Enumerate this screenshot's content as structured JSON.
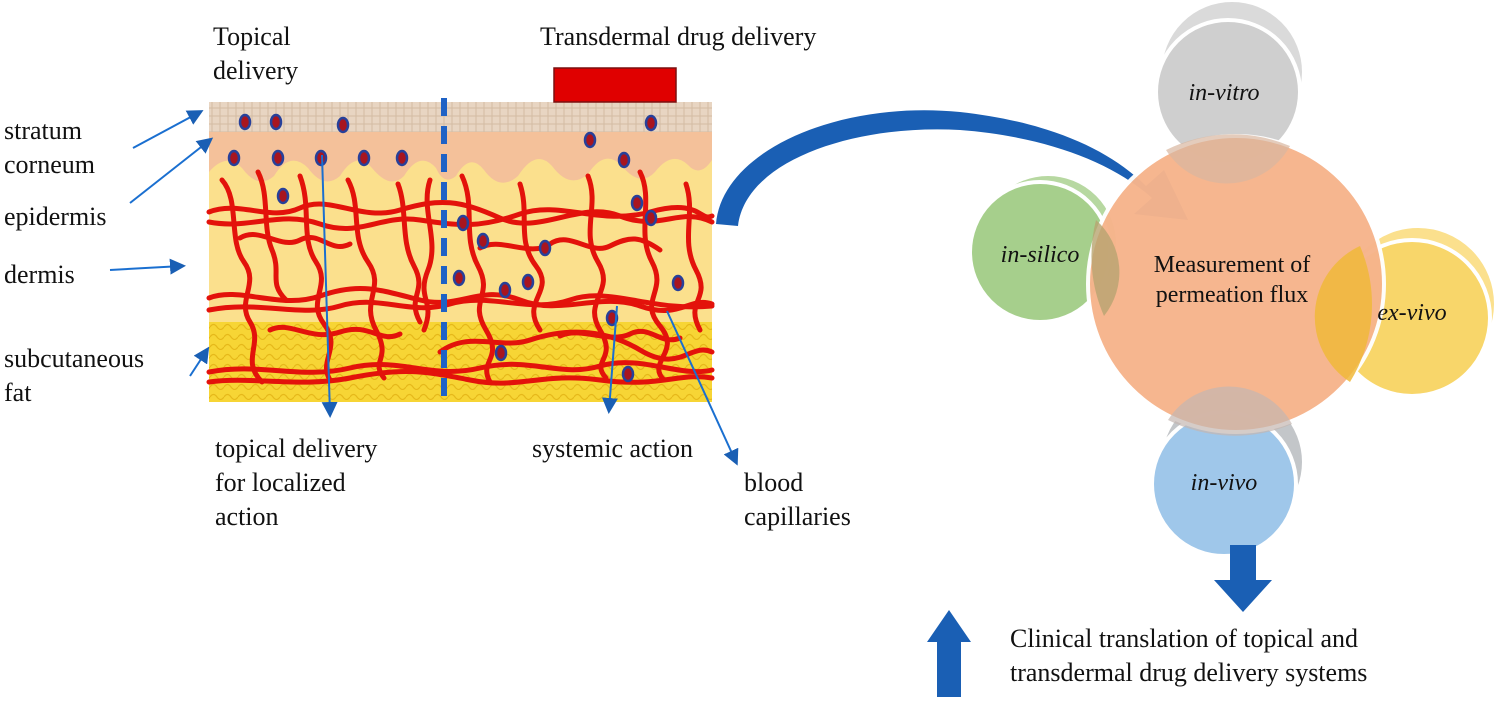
{
  "labels": {
    "topical_delivery": "Topical\ndelivery",
    "transdermal_delivery": "Transdermal drug delivery",
    "stratum_corneum": "stratum\ncorneum",
    "epidermis": "epidermis",
    "dermis": "dermis",
    "subcutaneous_fat": "subcutaneous\nfat",
    "topical_localized": "topical delivery\nfor localized\naction",
    "systemic_action": "systemic action",
    "blood_capillaries": "blood\ncapillaries"
  },
  "venn": {
    "center": "Measurement of\npermeation flux",
    "top": "in-vitro",
    "left": "in-silico",
    "right": "ex-vivo",
    "bottom": "in-vivo"
  },
  "clinical": {
    "text": "Clinical translation of topical and\ntransdermal drug delivery systems"
  },
  "colors": {
    "stratum": "#e8d5c2",
    "epidermis": "#f4c19a",
    "dermis": "#fbe08d",
    "fat": "#f7d535",
    "capillary": "#e3120b",
    "drug": "#a8151f",
    "drug_dot": "#27409a",
    "patch": "#e00000",
    "arrow_blue": "#1a5fb4",
    "circle_center": "#f6b48c",
    "circle_top": "#c9c9c9",
    "circle_left": "#a6cf8c",
    "circle_right": "#f8d66a",
    "circle_bottom": "#9fc7ea"
  }
}
